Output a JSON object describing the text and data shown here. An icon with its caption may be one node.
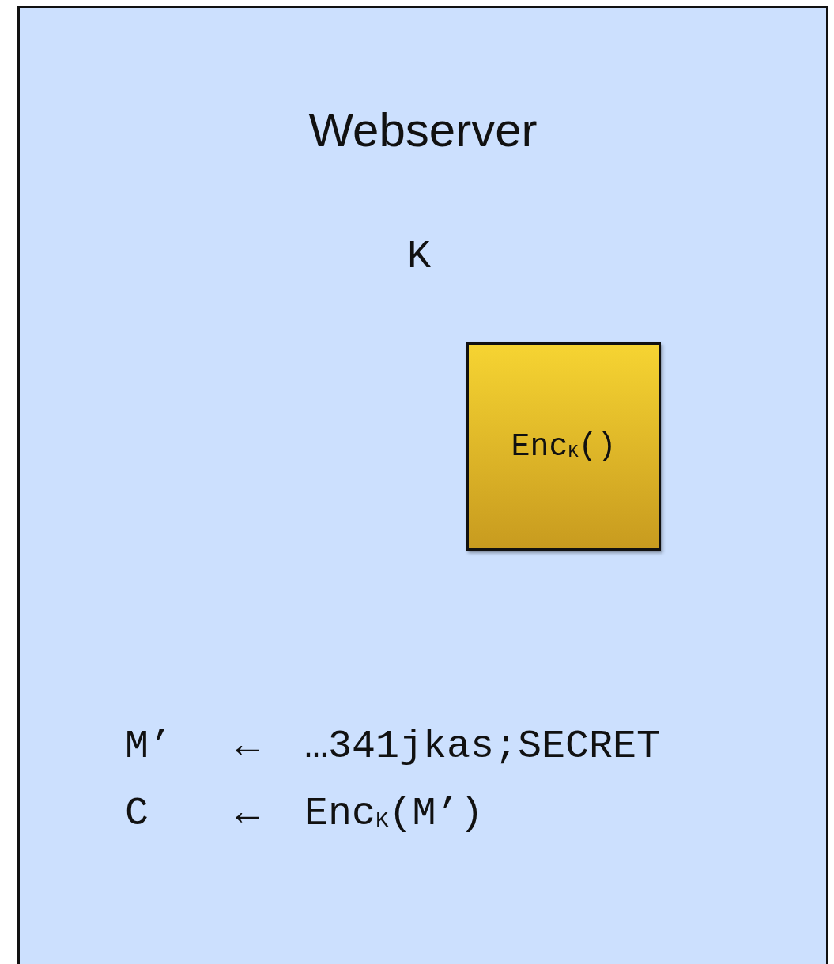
{
  "diagram": {
    "nodes": [
      {
        "text": [
          "Webserver"
        ]
      },
      {
        "text": [
          "Enc$_{K}$()"
        ],
        "in": 0
      }
    ],
    "labels": [
      "K",
      "M’",
      "←",
      "…341jkas;SECRET",
      "C",
      "←",
      "Enc$_{K}$(M’)"
    ]
  }
}
